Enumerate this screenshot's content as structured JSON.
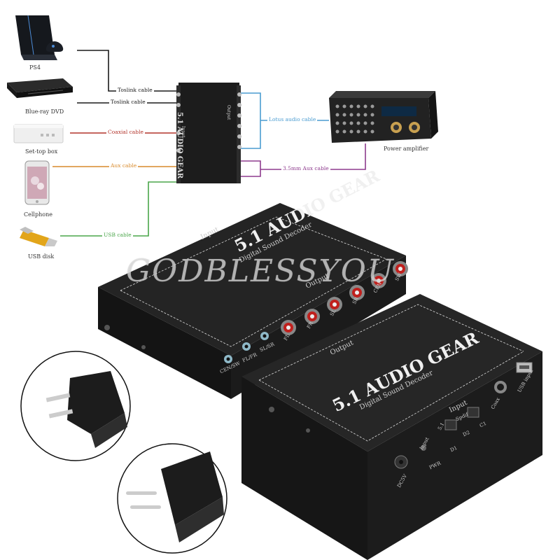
{
  "sources": [
    {
      "label": "PS4",
      "icon": "ps4-console-icon"
    },
    {
      "label": "Blue-ray DVD",
      "icon": "bluray-player-icon"
    },
    {
      "label": "Set-top box",
      "icon": "settop-box-icon"
    },
    {
      "label": "Cellphone",
      "icon": "cellphone-icon"
    },
    {
      "label": "USB disk",
      "icon": "usb-disk-icon"
    }
  ],
  "cables": {
    "toslink1": "Toslink cable",
    "toslink2": "Toslink cable",
    "coaxial": "Coaxial cable",
    "aux": "Aux cable",
    "usb": "USB cable",
    "lotus": "Lotus audio cable",
    "aux35": "3.5mm Aux cable"
  },
  "amplifier_label": "Power amplifier",
  "device": {
    "brand": "5.1 AUDIO GEAR",
    "subtitle": "Digital Sound Decoder",
    "output_label": "Output",
    "input_label": "Input",
    "small_output": "Output",
    "small_input": "Input"
  },
  "front_jacks": [
    "CEN/SW",
    "FL/FR",
    "SL/SR"
  ],
  "rca_labels": [
    "FL",
    "FR",
    "SL",
    "SR",
    "CEN",
    "SW"
  ],
  "back_labels": {
    "dc": "DC5V",
    "input_btn": "Input",
    "pwr": "PWR",
    "d1": "D1",
    "d2": "D2",
    "c1": "C1",
    "spdif": "Spdif",
    "ch": "5.1",
    "coax": "Coax",
    "usb": "USB input"
  },
  "watermark": "GODBLESSYOU",
  "colors": {
    "toslink": "#1a1a1a",
    "coaxial": "#b2332a",
    "aux": "#d98a2b",
    "usb": "#4aa64a",
    "lotus": "#4a9cd1",
    "aux35": "#8e3b8e",
    "device_body": "#1f1f1f",
    "rca_red": "#c0201d"
  }
}
